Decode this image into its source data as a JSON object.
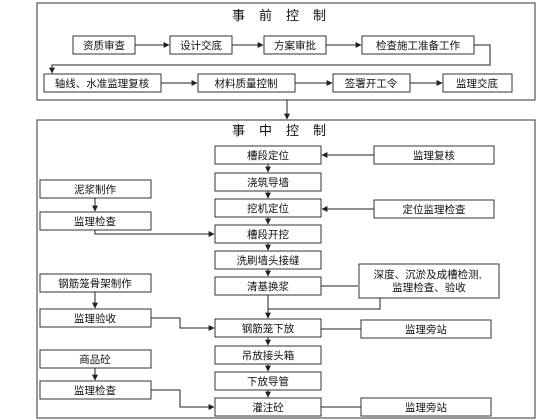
{
  "pre_control": {
    "title": "事前控制",
    "row1": [
      "资质审查",
      "设计交底",
      "方案审批",
      "检查施工准备工作"
    ],
    "row2": [
      "轴线、水准监理复核",
      "材料质量控制",
      "签署开工令",
      "监理交底"
    ]
  },
  "in_control": {
    "title": "事中控制",
    "main_steps": [
      "槽段定位",
      "浇筑导墙",
      "挖机定位",
      "槽段开挖",
      "洗刷墙头接缝",
      "清基换浆",
      "钢筋笼下放",
      "吊放接头箱",
      "下放导管",
      "灌注砼"
    ],
    "left": {
      "slurry_make": "泥浆制作",
      "slurry_check": "监理检查",
      "cage_make": "钢筋笼骨架制作",
      "cage_accept": "监理验收",
      "concrete": "商品砼",
      "concrete_check": "监理检查"
    },
    "right": {
      "recheck": "监理复核",
      "position_check": "定位监理检查",
      "trench_inspection": {
        "lines": [
          "深度、沉淤及成槽检测,",
          "监理检查、验收"
        ]
      },
      "standby_1": "监理旁站",
      "standby_2": "监理旁站"
    }
  }
}
